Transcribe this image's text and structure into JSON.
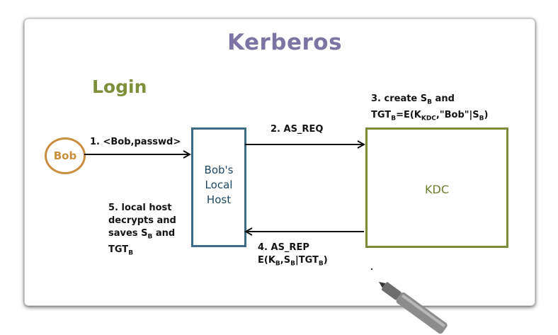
{
  "title": "Kerberos",
  "section": "Login",
  "nodes": {
    "bob": "Bob",
    "local_host": "Bob's\nLocal\nHost",
    "kdc": "KDC"
  },
  "steps": {
    "step1": "1. <Bob,passwd>",
    "step2": "2. AS_REQ",
    "step3_line1": "3. create S",
    "step3_line1_sub": "B",
    "step3_line1_end": " and",
    "step3_line2": "TGT",
    "step3_line2_sub": "B",
    "step3_line2_mid": "=E(K",
    "step3_line2_sub2": "KDC",
    "step3_line2_end": ",\"Bob\"|S",
    "step3_line2_sub3": "B",
    "step3_line2_close": ")",
    "step4_line1": "4. AS_REP",
    "step4_line2_a": "E(K",
    "step4_line2_sub1": "B",
    "step4_line2_b": ",S",
    "step4_line2_sub2": "B",
    "step4_line2_c": "|TGT",
    "step4_line2_sub3": "B",
    "step4_line2_d": ")",
    "step5_line1": "5. local host",
    "step5_line2": "decrypts and",
    "step5_line3_a": "saves S",
    "step5_line3_sub": "B",
    "step5_line3_b": " and",
    "step5_line4": "TGT",
    "step5_line4_sub": "B"
  },
  "colors": {
    "title": "#7e74a4",
    "section": "#7e8f3a",
    "bob": "#c98f3c",
    "local_host": "#3d6a86",
    "kdc": "#7a8c3c",
    "arrow": "#111111"
  }
}
